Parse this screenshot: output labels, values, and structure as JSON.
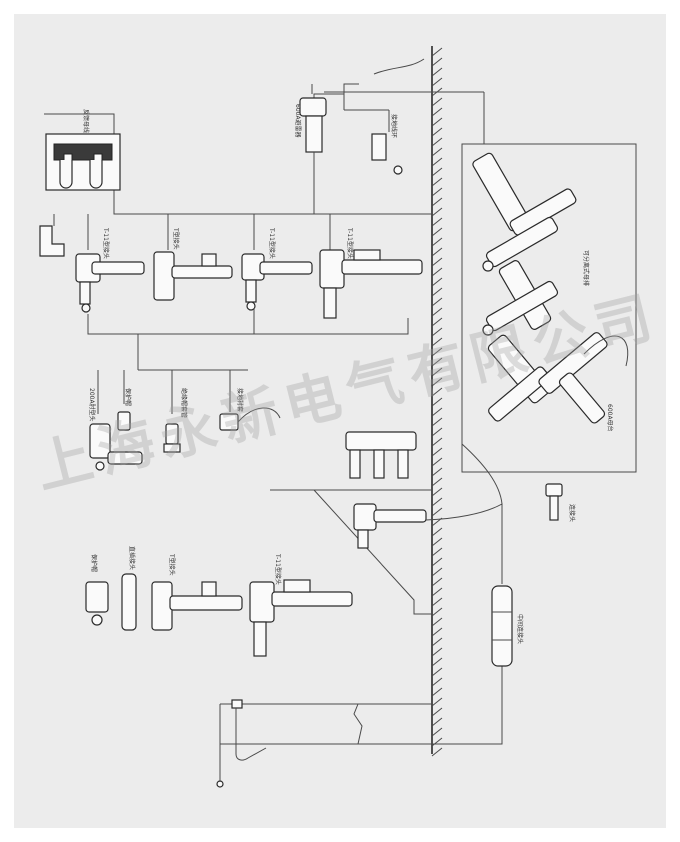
{
  "labels": {
    "reverse_bus": "反馈母线",
    "elbow_1": "T-11型接头",
    "t_joint": "T型接头",
    "elbow_2": "T-11型接头",
    "t_connector": "T-11型接头",
    "arrester_600a": "600A避雷器",
    "ground_ring": "接地线环",
    "elbow_200a": "200A肘型头",
    "protective_cap": "保护帽",
    "insulating_cap": "绝缘帽套管",
    "bushing_insert": "接地衬套",
    "protective_cap_2": "保护帽",
    "feedthrough": "直插接头",
    "t_joint_2": "T型接头",
    "t_elbow_3": "T-11型接头",
    "removable_bus": "可分离式母排",
    "bus_600a": "600A母台",
    "plug": "连接头",
    "cable_joint": "中间连接头"
  },
  "watermark": "上海永新电气有限公司"
}
